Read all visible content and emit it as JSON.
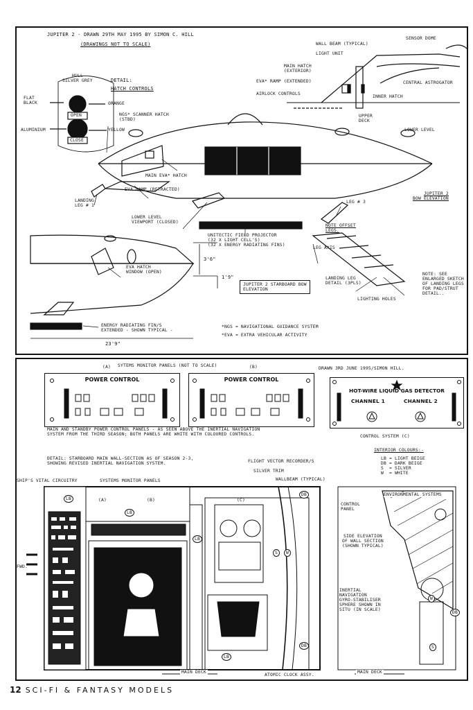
{
  "top": {
    "title": "JUPITER 2 - DRAWN 29th MAY 1995 BY SIMON C. HILL",
    "subtitle": "(DRAWINGS NOT TO SCALE)",
    "hull_label": "HULL\nSILVER GREY",
    "detail_label": "DETAIL:",
    "detail_sub": "HATCH CONTROLS",
    "flat_black": "FLAT\nBLACK",
    "orange": "ORANGE",
    "open": "OPEN",
    "close": "CLOSE",
    "aluminium": "ALUMINIUM",
    "yellow": "YELLOW",
    "ngs_scanner": "NGS* SCANNER HATCH\n(STBD)",
    "main_eva_hatch": "MAIN EVA* HATCH",
    "eva_ramp_retracted": "EVA RAMP (RETRACTED)",
    "landing_leg1": "LANDING\nLEG # 1",
    "leg3": "LEG # 3",
    "bow_elevation": "JUPITER 2\nBOW ELEVATION",
    "lower_viewport": "LOWER LEVEL\nVIEWPORT (CLOSED)",
    "unitectic": "UNITECTIC FIELD PROJECTOR\n(32 X LIGHT CELL'S)\n(32 X ENERGY RADIATING FINS)",
    "note_offset": "NOTE OFFSET\nLEGS.",
    "leg_axis": "LEG AXIS",
    "landing_leg_detail": "LANDING LEG\nDETAIL (3PLS)",
    "lighting_holes": "LIGHTING HOLES",
    "note_see": "NOTE: SEE\nENLARGED SKETCH\nOF LANDING LEGS\nFOR PAD/STRUT\nDETAIL..",
    "dim1": "3'6\"",
    "dim2": "1'9\"",
    "starboard_bow": "JUPITER 2 STARBOARD BOW\nELEVATION",
    "eva_hatch_window": "EVA HATCH\nWINDOW (OPEN)",
    "energy_fins": "ENERGY RADIATING FIN/S\nEXTENDED - SHOWN TYPICAL -",
    "dim3": "23'9\"",
    "ngs_def": "*NGS = NAVIGATIONAL GUIDANCE SYSTEM",
    "eva_def": "*EVA = EXTRA VEHICULAR ACTIVITY",
    "wall_beam": "WALL BEAM (TYPICAL)",
    "sensor_dome": "SENSOR DOME",
    "light_unit": "LIGHT UNIT",
    "main_hatch_ext": "MAIN HATCH\n(EXTERIOR)",
    "eva_ramp_extended": "EVA* RAMP (EXTENDED)",
    "airlock": "AIRLOCK CONTROLS",
    "central_astro": "CENTRAL ASTROGATOR",
    "inner_hatch": "INNER HATCH",
    "upper_deck": "UPPER\nDECK",
    "lower_level": "LOWER LEVEL"
  },
  "bottom": {
    "panels_title": "SYTEMS MONITOR PANELS (NOT TO SCALE)",
    "label_a": "(A)",
    "label_b": "(B)",
    "power_control": "POWER CONTROL",
    "drawn": "DRAWN 3RD JUNE 1995/SIMON HILL.",
    "detector_title": "HOT-WIRE LIQUID GAS DETECTOR",
    "channel1": "CHANNEL 1",
    "channel2": "CHANNEL 2",
    "control_system": "CONTROL SYSTEM (C)",
    "panels_caption": "MAIN AND STANDBY POWER CONTROL PANELS - AS SEEN ABOVE THE INERTIAL NAVIGATION\nSYSTEM FROM THE THIRD SEASON; BOTH PANELS ARE WHITE WITH COLOURED CONTROLS.",
    "interior_colours": "INTERIOR COLOURS:-",
    "colour_key": "LB = LIGHT BEIGE\nDB = DARK BEIGE\nS  = SILVER\nW  = WHITE",
    "detail_caption": "DETAIL: STARBOARD MAIN WALL-SECTION AS OF SEASON 2-3,\nSHOWING REVISED INERTIAL NAVIGATION SYSTEM.",
    "flight_vector": "FLIGHT VECTOR RECORDER/S",
    "silver_trim": "SILVER TRIM",
    "wallbeam": "WALLBEAM (TYPICAL)",
    "vital_circuitry": "SHIP'S VITAL CIRCUITRY",
    "systems_monitor": "SYSTEMS MONITOR PANELS",
    "fwd": "FWD.",
    "main_deck": "MAIN DECK",
    "atomic_clock": "ATOMIC CLOCK ASSY.",
    "environmental": "ENVIRONMENTAL SYSTEMS",
    "control_panel": "CONTROL\nPANEL",
    "side_elevation": "SIDE ELEVATION\nOF WALL SECTION\n(SHOWN TYPICAL)",
    "inertial": "INERTIAL\nNAVIGATION\nGYRO-STABILISER\nSPHERE SHOWN IN\nSITU (IN SCALE)",
    "main_deck2": "MAIN DECK",
    "tag_lb": "LB",
    "tag_db": "DB",
    "tag_s": "S",
    "tag_w": "W",
    "label_c": "(C)"
  },
  "footer": {
    "page_number": "12",
    "magazine": "SCI-FI & FANTASY MODELS"
  }
}
